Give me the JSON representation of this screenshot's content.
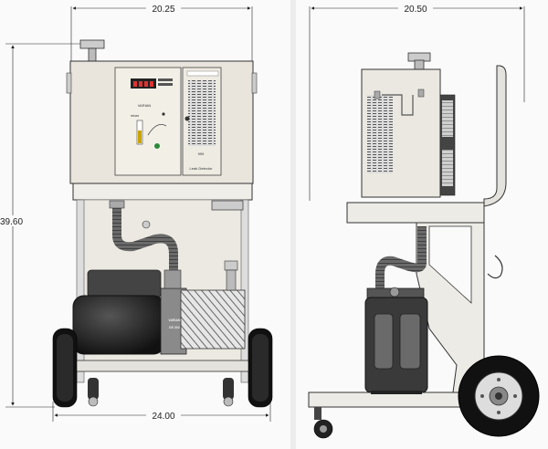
{
  "front_view": {
    "dim_top": "20.25",
    "dim_left": "39.60",
    "dim_bottom": "24.00",
    "brand_small": "VARIAN",
    "panel_model": "959",
    "panel_name": "Leak Detector",
    "panel_label_left": "mbar",
    "pump_brand": "VARIAN",
    "pump_model": "DS 302"
  },
  "side_view": {
    "dim_top": "20.50"
  }
}
